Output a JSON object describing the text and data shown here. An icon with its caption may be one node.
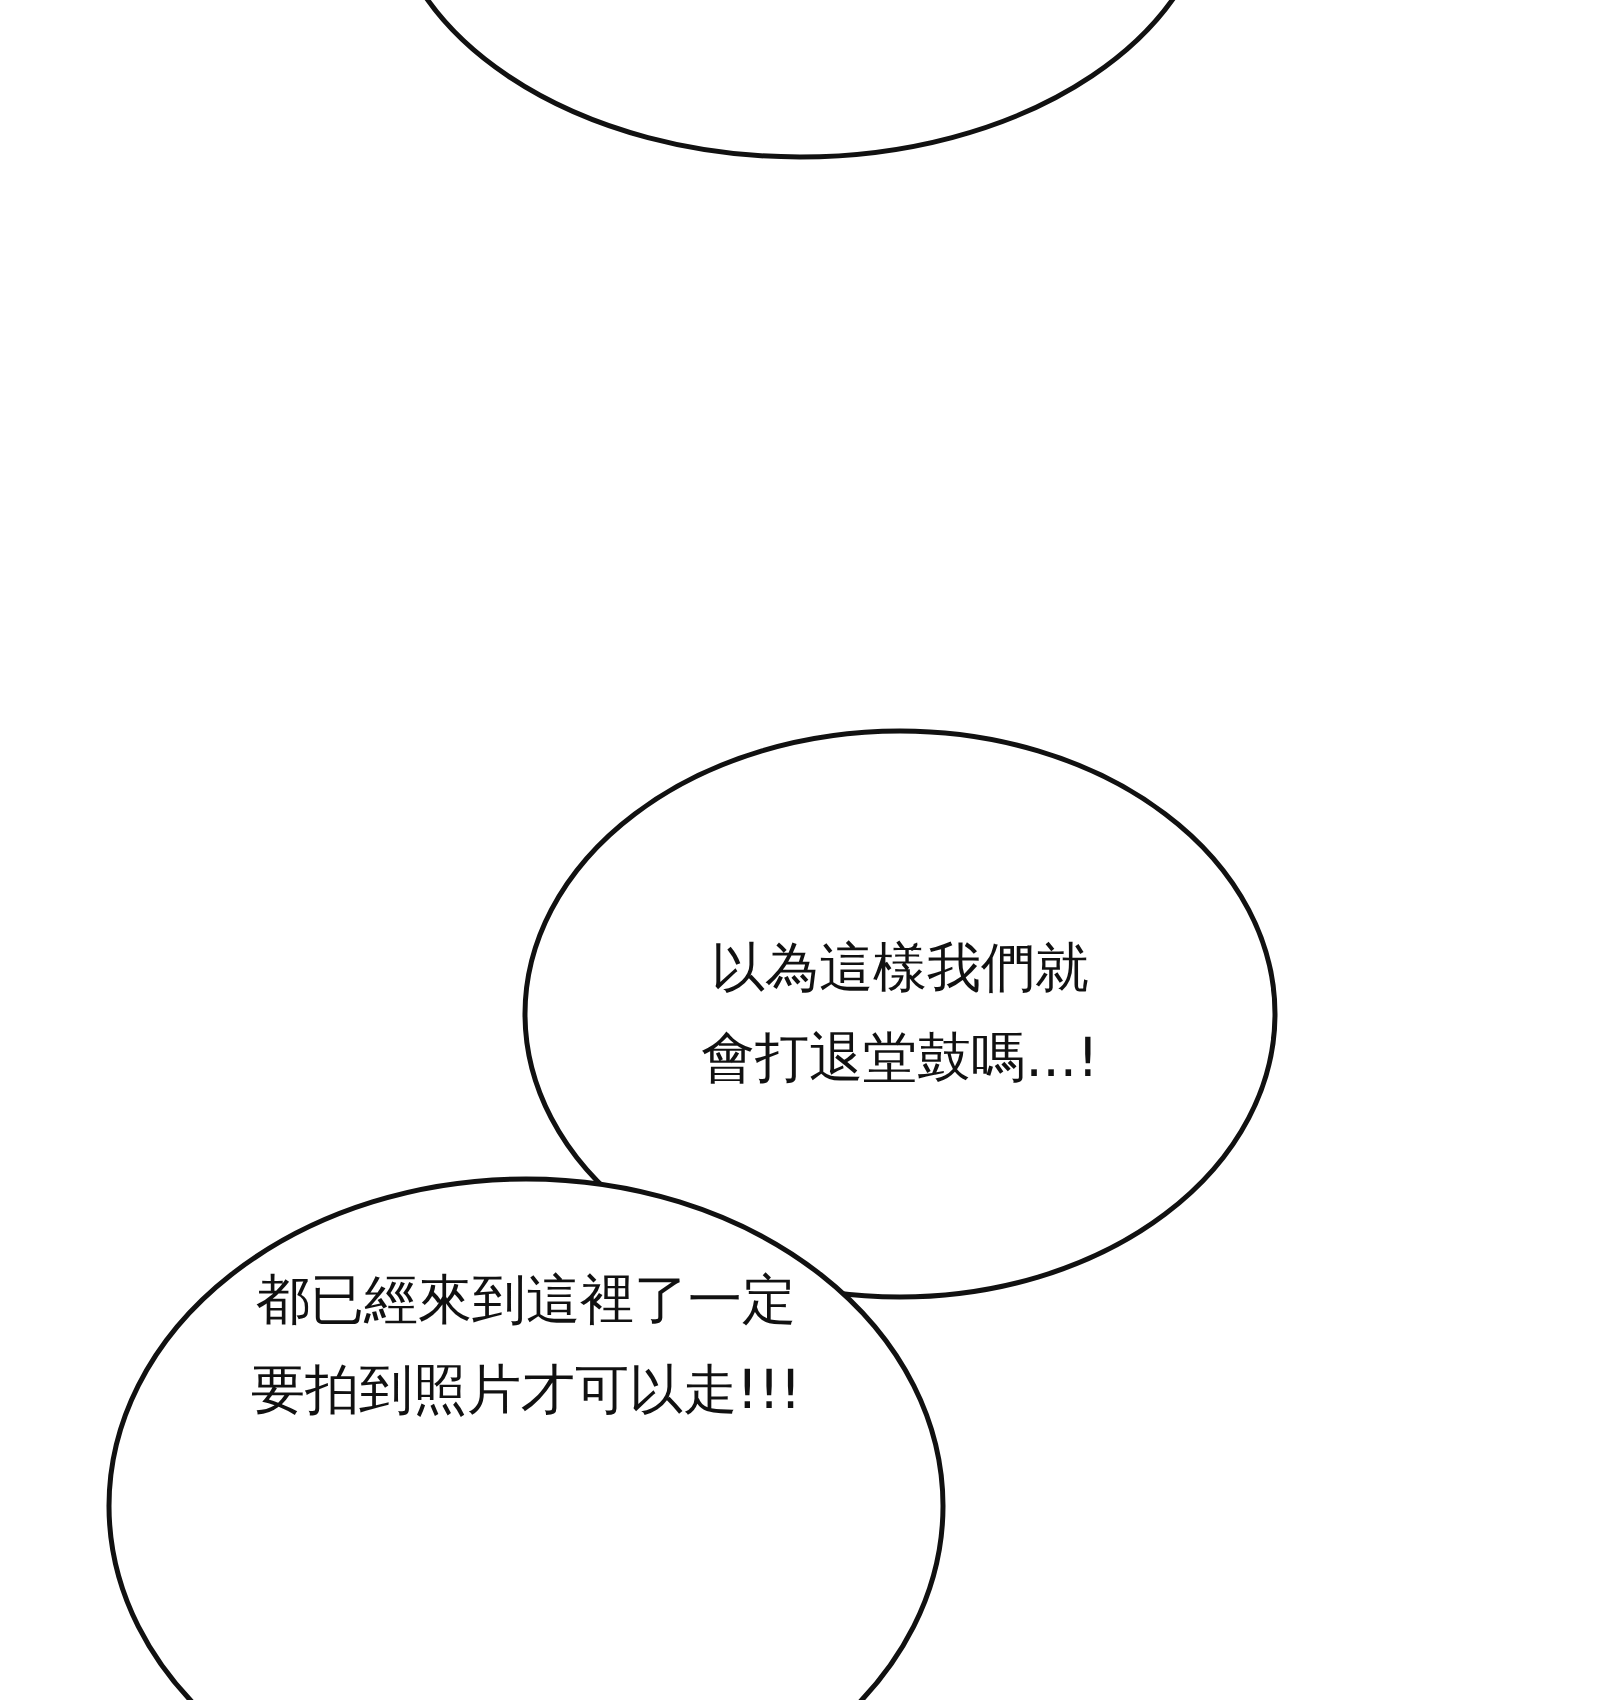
{
  "diagram": {
    "nodes": [
      {
        "text": [],
        "shape": "ellipse"
      },
      {
        "text": [
          "以為這樣我們就會打退堂鼓嗎...!"
        ]
      },
      {
        "text": [
          "都已經來到這裡了一定要拍到照片才可以走!!!"
        ]
      }
    ]
  }
}
